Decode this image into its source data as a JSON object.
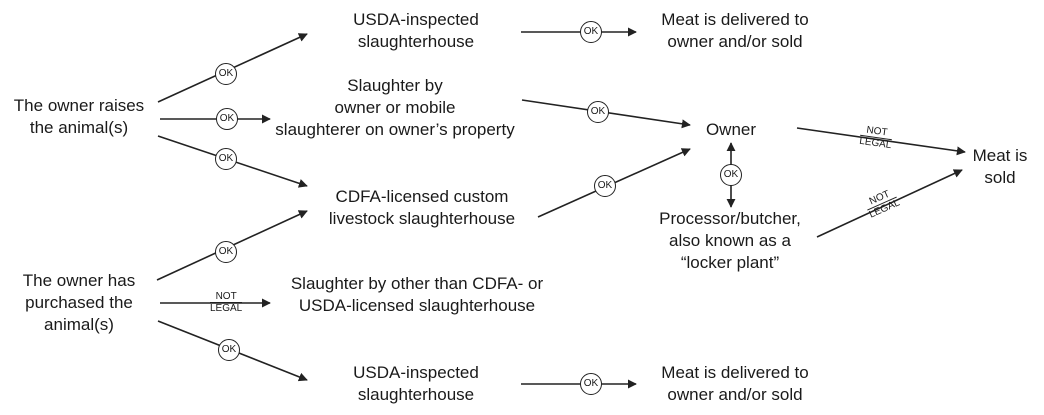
{
  "diagram": {
    "nodes": {
      "owner_raises": [
        "The owner raises",
        "the animal(s)"
      ],
      "owner_purchased": [
        "The owner has",
        "purchased the",
        "animal(s)"
      ],
      "usda_top": [
        "USDA-inspected",
        "slaughterhouse"
      ],
      "delivered_top": [
        "Meat is delivered to",
        "owner and/or sold"
      ],
      "slaughter_owner": [
        "Slaughter by",
        "owner or mobile",
        "slaughterer on owner’s property"
      ],
      "owner": [
        "Owner"
      ],
      "cdfa_custom": [
        "CDFA-licensed custom",
        "livestock slaughterhouse"
      ],
      "meat_sold": [
        "Meat is",
        "sold"
      ],
      "processor": [
        "Processor/butcher,",
        "also known as a",
        "“locker plant”"
      ],
      "other_slaughter": [
        "Slaughter by other than CDFA- or",
        "USDA-licensed slaughterhouse"
      ],
      "usda_bottom": [
        "USDA-inspected",
        "slaughterhouse"
      ],
      "delivered_bottom": [
        "Meat is delivered to",
        "owner and/or sold"
      ]
    },
    "ok_label": "OK",
    "not_legal": [
      "NOT",
      "LEGAL"
    ]
  }
}
